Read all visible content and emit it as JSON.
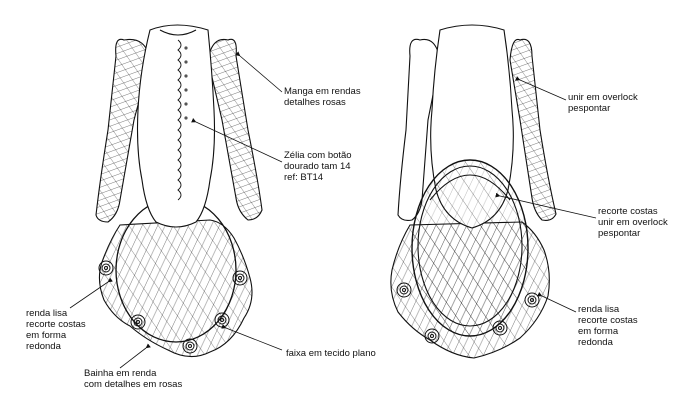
{
  "palette": {
    "ink": "#111111",
    "paper": "#ffffff",
    "hatch": "#222222"
  },
  "annotations": {
    "front_sleeve": "Manga em rendas\ndetalhes rosas",
    "front_button": "Zélia com botão\ndourado tam 14\nref: BT14",
    "front_lace": "renda lisa\nrecorte costas\nem forma\nredonda",
    "front_hem": "Bainha em renda\ncom detalhes em rosas",
    "front_band": "faixa em tecido plano",
    "back_overlock": "unir em overlock\npespontar",
    "back_cutout": "recorte costas\nunir em overlock\npespontar",
    "back_lace": "renda lisa\nrecorte costas\nem forma\nredonda"
  },
  "icons": [
    "rose-motif-icon",
    "button-icon"
  ]
}
